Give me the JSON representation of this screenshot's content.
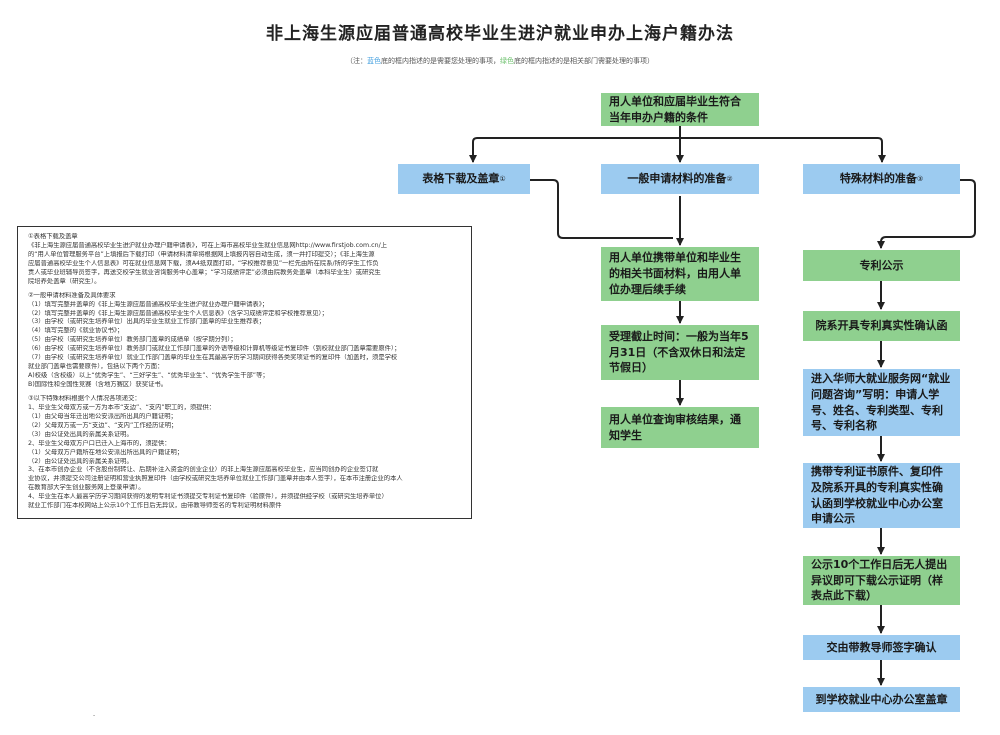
{
  "title": "非上海生源应届普通高校毕业生进沪就业申办上海户籍办法",
  "note": {
    "prefix": "（注：",
    "blue_word": "蓝色",
    "middle": "底的框内指述的是需要您处理的事项，",
    "green_word": "绿色",
    "suffix": "底的框内指述的是相关部门需要处理的事项）"
  },
  "top": {
    "text": "用人单位和应届毕业生符合当年申办户籍的条件"
  },
  "branches": {
    "left": {
      "text": "表格下载及盖章",
      "mark": "①"
    },
    "middle": {
      "text": "一般申请材料的准备",
      "mark": "②"
    },
    "right": {
      "text": "特殊材料的准备",
      "mark": "③"
    }
  },
  "middle_column": [
    "用人单位携带单位和毕业生的相关书面材料，由用人单位办理后续手续",
    "受理截止时间：一般为当年5月31日（不含双休日和法定节假日）",
    "用人单位查询审核结果，通知学生"
  ],
  "right_column": [
    "专利公示",
    "院系开具专利真实性确认函",
    "进入华师大就业服务网“就业问题咨询”写明：申请人学号、姓名、专利类型、专利号、专利名称",
    "携带专利证书原件、复印件及院系开具的专利真实性确认函到学校就业中心办公室申请公示",
    "公示10个工作日后无人提出异议即可下载公示证明（样表点此下载）",
    "交由带教导师签字确认",
    "到学校就业中心办公室盖章"
  ],
  "notes_lines": [
    "①表格下载及盖章",
    "《非上海生源应届普通高校毕业生进沪就业办理户籍申请表》，可在上海市高校毕业生就业信息网http://www.firstjob.com.cn/上",
    "的“用人单位管理服务平台”上填报后下载打印（申请材料清单将根据网上填报内容自动生成，须一并打印提交）；《非上海生源",
    "应届普通高校毕业生个人信息表》可在就业信息网下载，须A4纸双面打印，“学校推荐意见”一栏先由所在院系/所的学生工作负",
    "责人或毕业班辅导员签字，再送交校学生就业咨询服务中心盖章；“学习成绩评定”必须由院教务处盖章（本科毕业生）或研究生",
    "院培养处盖章（研究生）。",
    "",
    "②一般申请材料准备及具体要求",
    "（1）填写完整并盖章的《非上海生源应届普通高校毕业生进沪就业办理户籍申请表》；",
    "（2）填写完整并盖章的《非上海生源应届普通高校毕业生个人信息表》（含学习成绩评定和学校推荐意见）；",
    "（3）由学校（或研究生培养单位）出具的毕业生就业工作部门盖章的毕业生推荐表；",
    "（4）填写完整的《就业协议书》；",
    "（5）由学校（或研究生培养单位）教务部门盖章的成绩单（按学期分列）；",
    "（6）由学校（或研究生培养单位）教务部门或就业工作部门盖章的外语等级和计算机等级证书复印件（到校就业部门盖章需要原件）；",
    "（7）由学校（或研究生培养单位）就业工作部门盖章的毕业生在其最高学历学习期间获得各类奖项证书的复印件（加盖时，须是学校",
    "就业部门盖章也需要原件），包括以下两个方面：",
    "A)校级（含校级）以上“优秀学生”、“三好学生”、“优秀毕业生”、“优秀学生干部”等；",
    "B)国际性和全国性竞赛（含地方赛区）获奖证书。",
    "",
    "③以下特殊材料根据个人情况各项递交：",
    "1、毕业生父母双方或一方为本市“支边”、“支内”职工的，须提供：",
    "（1）由父母当年迁出地公安派出所出具的户籍证明；",
    "（2）父母双方或一方“支边”、“支内”工作经历证明；",
    "（3）由公证处出具的亲属关系证明。",
    "2、毕业生父母双方户口已迁入上海市的，须提供：",
    "（1）父母双方户籍所在地公安派出所出具的户籍证明；",
    "（2）由公证处出具的亲属关系证明。",
    "3、在本市创办企业（不含股份制转让、后期补注入资金的创业企业）的非上海生源应届高校毕业生，应当同创办的企业签订就",
    "业协议，并须提交公司注册证明和营业执照复印件（由学校或研究生培养单位就业工作部门盖章并由本人签字），在本市注册企业的本人",
    "在教育部大学生创业服务网上登录申请）。",
    "4、毕业生在本人最高学历学习期间获得的发明专利证书须提交专利证书复印件（验原件），并须提供经学校（或研究生培养单位）",
    "就业工作部门在本校网站上公示10个工作日后无异议，由带教导师签名的专利证明材料原件"
  ]
}
